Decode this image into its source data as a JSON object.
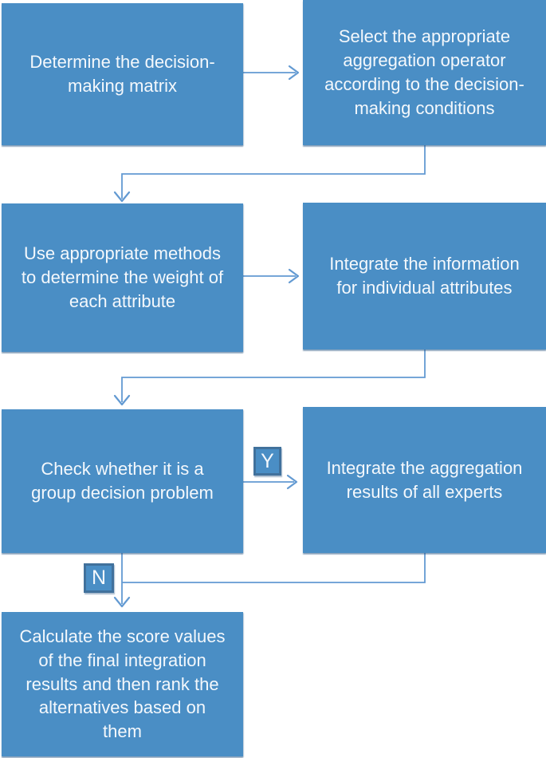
{
  "diagram": {
    "title": "multi-attribute decision-making flowchart",
    "colors": {
      "box_fill": "#4a8ec5",
      "box_text": "#f4f8fc",
      "connector": "#639ad2",
      "label_border": "#41719c"
    },
    "nodes": [
      {
        "id": "determine-matrix",
        "text": "Determine the decision-\nmaking matrix"
      },
      {
        "id": "select-operator",
        "text": "Select the appropriate\naggregation operator\naccording to the decision-\nmaking conditions"
      },
      {
        "id": "determine-weights",
        "text": "Use appropriate methods\nto determine the weight of\neach attribute"
      },
      {
        "id": "integrate-attributes",
        "text": "Integrate the information\nfor individual attributes"
      },
      {
        "id": "check-group-decision",
        "text": "Check whether it is a\ngroup decision problem"
      },
      {
        "id": "integrate-experts",
        "text": "Integrate the aggregation\nresults of all experts"
      },
      {
        "id": "calculate-rank",
        "text": "Calculate the score values\nof the final integration\nresults and then rank the\nalternatives based on\nthem"
      }
    ],
    "branch_labels": {
      "yes": "Y",
      "no": "N"
    }
  }
}
